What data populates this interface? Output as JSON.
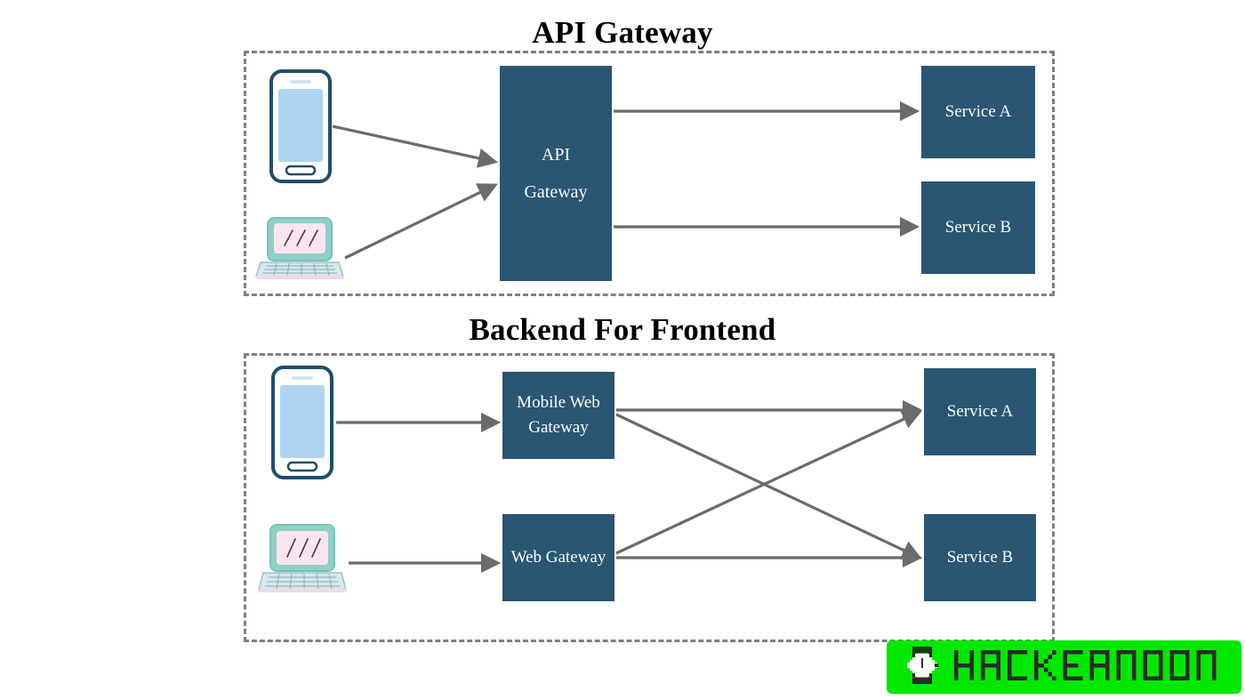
{
  "diagram": {
    "sections": [
      {
        "id": "api-gateway",
        "title": "API Gateway",
        "clients": [
          {
            "type": "phone-icon",
            "label": "mobile phone client"
          },
          {
            "type": "laptop-icon",
            "label": "laptop client"
          }
        ],
        "nodes": [
          {
            "id": "api-gateway",
            "lines": [
              "API",
              "Gateway"
            ]
          },
          {
            "id": "service-a",
            "lines": [
              "Service A"
            ]
          },
          {
            "id": "service-b",
            "lines": [
              "Service B"
            ]
          }
        ],
        "edges": [
          {
            "from": "phone",
            "to": "api-gateway"
          },
          {
            "from": "laptop",
            "to": "api-gateway"
          },
          {
            "from": "api-gateway",
            "to": "service-a"
          },
          {
            "from": "api-gateway",
            "to": "service-b"
          }
        ]
      },
      {
        "id": "backend-for-frontend",
        "title": "Backend For Frontend",
        "clients": [
          {
            "type": "phone-icon",
            "label": "mobile phone client"
          },
          {
            "type": "laptop-icon",
            "label": "laptop client"
          }
        ],
        "nodes": [
          {
            "id": "mobile-web-gateway",
            "lines": [
              "Mobile Web",
              "Gateway"
            ]
          },
          {
            "id": "web-gateway",
            "lines": [
              "Web Gateway"
            ]
          },
          {
            "id": "service-a",
            "lines": [
              "Service A"
            ]
          },
          {
            "id": "service-b",
            "lines": [
              "Service B"
            ]
          }
        ],
        "edges": [
          {
            "from": "phone",
            "to": "mobile-web-gateway"
          },
          {
            "from": "laptop",
            "to": "web-gateway"
          },
          {
            "from": "mobile-web-gateway",
            "to": "service-a"
          },
          {
            "from": "mobile-web-gateway",
            "to": "service-b"
          },
          {
            "from": "web-gateway",
            "to": "service-a"
          },
          {
            "from": "web-gateway",
            "to": "service-b"
          }
        ]
      }
    ],
    "labels": {
      "api_gateway_line1": "API",
      "api_gateway_line2": "Gateway",
      "service_a": "Service A",
      "service_b": "Service B",
      "mobile_web_gateway_line1": "Mobile Web",
      "mobile_web_gateway_line2": "Gateway",
      "web_gateway": "Web Gateway",
      "service_a_bff": "Service A",
      "service_b_bff": "Service B"
    },
    "titles": {
      "api": "API Gateway",
      "bff": "Backend For Frontend"
    }
  },
  "watermark": {
    "brand": "HACKERNOON",
    "icon": "hackernoon-clock-icon"
  },
  "colors": {
    "node_fill": "#2a5674",
    "node_text": "#ffffff",
    "arrow": "#6b6b6b",
    "dashed_border": "#7f7f7f",
    "background": "#ffffff",
    "title_text": "#000000",
    "phone_outline": "#1f4e6b",
    "phone_screen": "#aed4f2",
    "laptop_body": "#8ecfc6",
    "laptop_screen": "#fbe4ef",
    "logo_green": "#00e700",
    "logo_dark": "#2b2b2b"
  }
}
